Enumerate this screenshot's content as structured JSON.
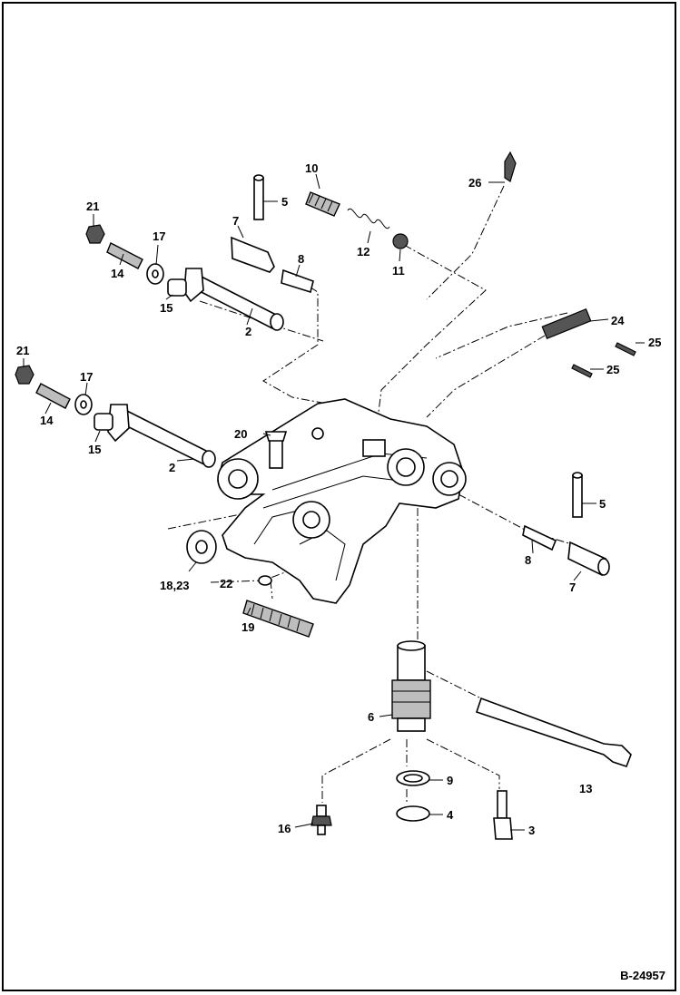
{
  "callouts": {
    "c2a": "2",
    "c2b": "2",
    "c3": "3",
    "c4": "4",
    "c5a": "5",
    "c5b": "5",
    "c6": "6",
    "c7a": "7",
    "c7b": "7",
    "c8a": "8",
    "c8b": "8",
    "c9": "9",
    "c10": "10",
    "c11": "11",
    "c12": "12",
    "c13": "13",
    "c14a": "14",
    "c14b": "14",
    "c15a": "15",
    "c15b": "15",
    "c16": "16",
    "c17a": "17",
    "c17b": "17",
    "c1823": "18,23",
    "c19": "19",
    "c20": "20",
    "c21a": "21",
    "c21b": "21",
    "c22": "22",
    "c24": "24",
    "c25a": "25",
    "c25b": "25",
    "c26": "26"
  },
  "reference_number": "B-24957"
}
